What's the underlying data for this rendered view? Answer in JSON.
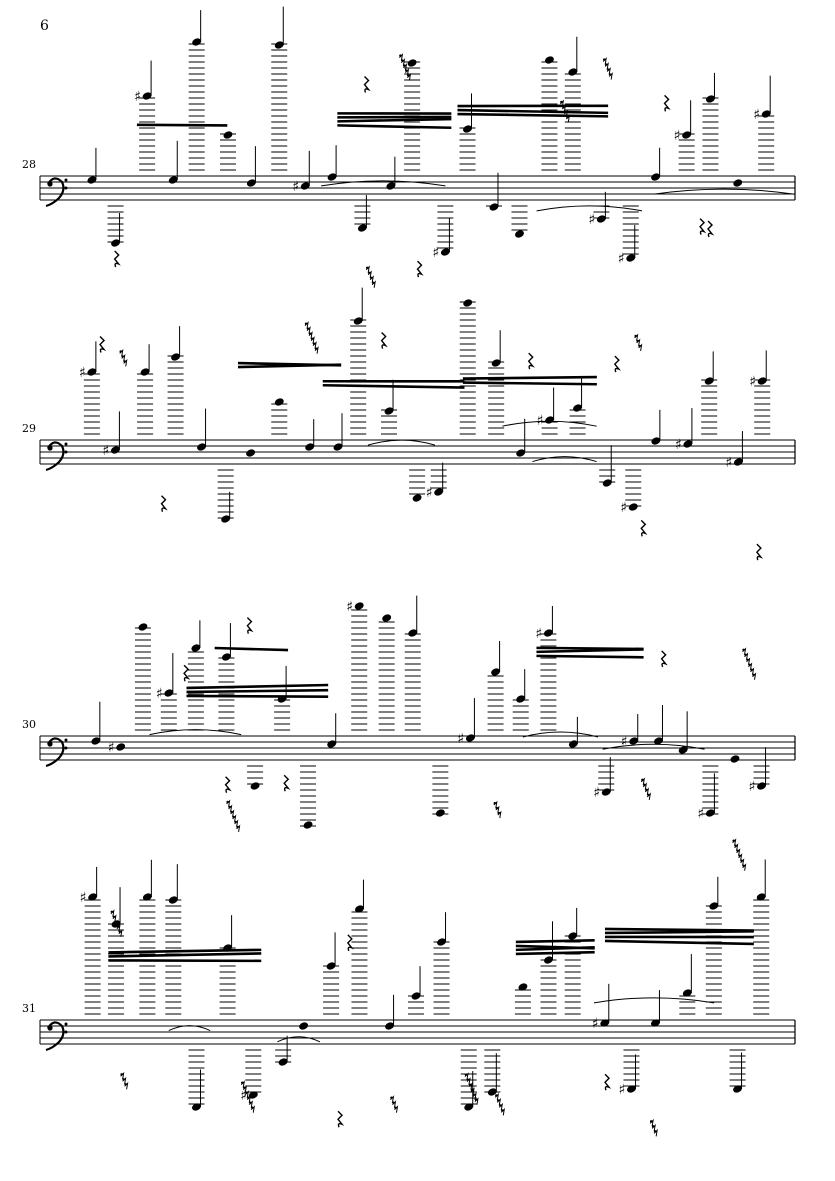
{
  "page": {
    "number": "6"
  },
  "systems": [
    {
      "measure": "28"
    },
    {
      "measure": "29"
    },
    {
      "measure": "30"
    },
    {
      "measure": "31"
    }
  ],
  "glyphs": {
    "clef": "bass-clef-icon",
    "sharp": "♯",
    "flat": "♭"
  },
  "colors": {
    "ink": "#000000",
    "paper": "#ffffff"
  }
}
